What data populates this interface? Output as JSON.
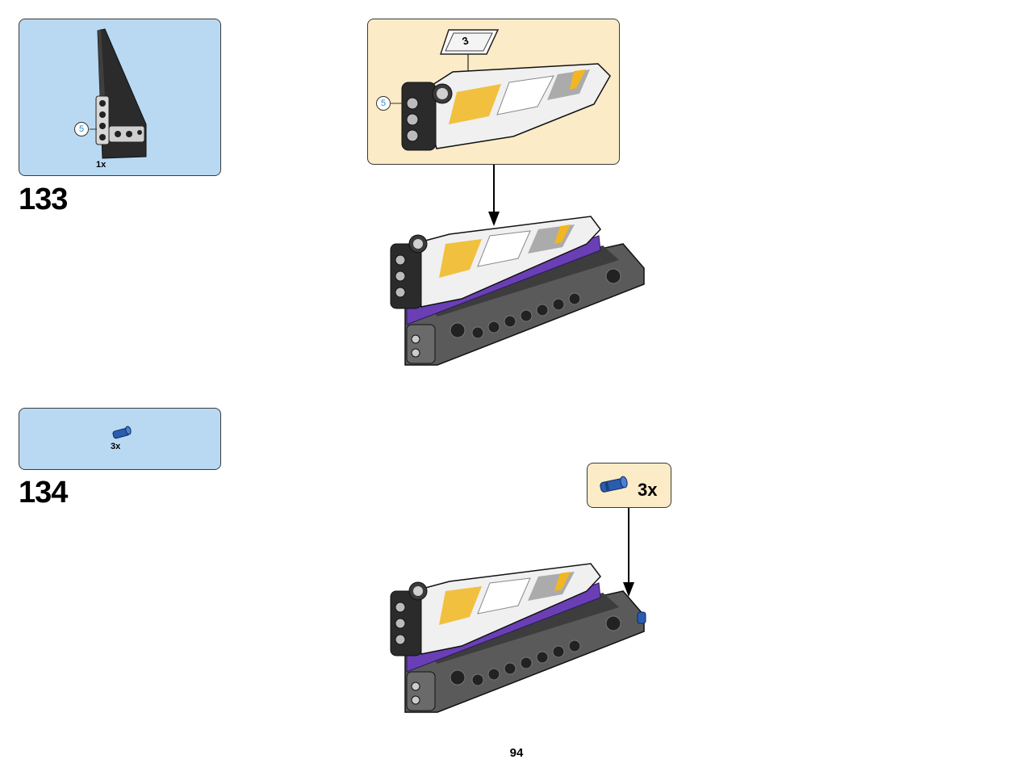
{
  "steps": [
    {
      "number": "133",
      "parts": [
        {
          "quantity": "1x",
          "part_icon": "black-wing-panel-icon",
          "callout_length": "5"
        }
      ],
      "subassembly": {
        "callout_length": "5",
        "sticker_label": "3",
        "sticker_icon": "sticker-sheet-icon"
      }
    },
    {
      "number": "134",
      "parts": [
        {
          "quantity": "3x",
          "part_icon": "blue-axle-pin-icon"
        }
      ],
      "callout": {
        "quantity": "3x",
        "part_icon": "blue-axle-pin-icon"
      }
    }
  ],
  "page_number": "94",
  "colors": {
    "parts_box": "#b9d9f3",
    "subassembly_box": "#fcebc7",
    "purple_beam": "#6a3fb5",
    "dark_gray_beam": "#555555",
    "yellow_decal": "#f2b720",
    "blue_pin": "#2a5db0"
  }
}
